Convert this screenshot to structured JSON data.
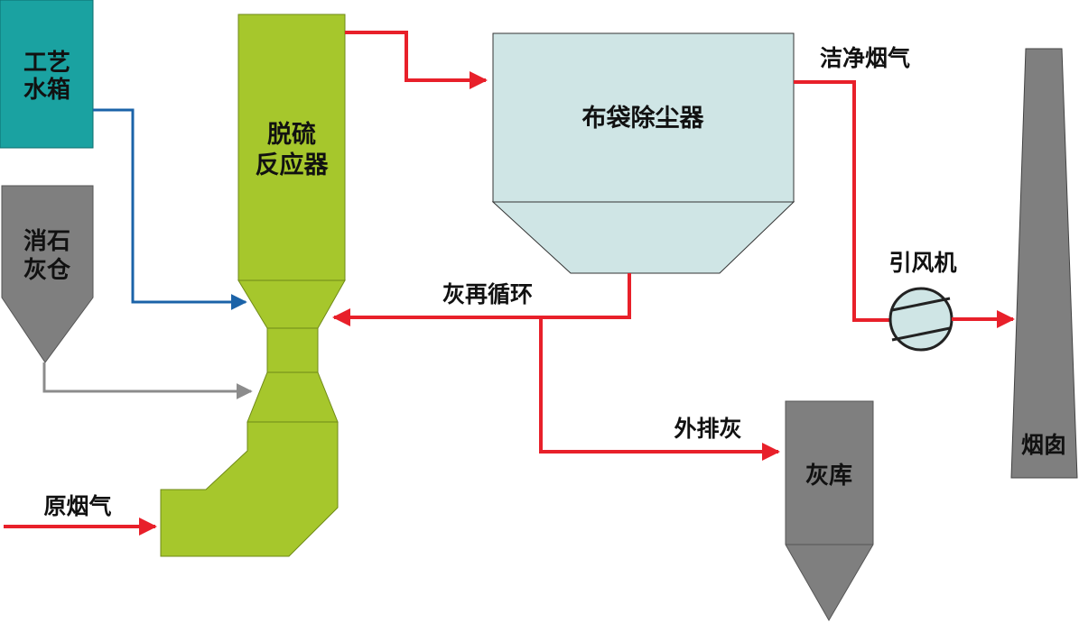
{
  "colors": {
    "reactor": "#a6c72c",
    "reactor_stroke": "#6f8a17",
    "water_tank": "#1aa2a1",
    "silo": "#7f7f7f",
    "bag_filter": "#cfe5e5",
    "flue_gas_line": "#e8202a",
    "water_line": "#1b63a8",
    "lime_line": "#8c8c8c",
    "background": "#ffffff"
  },
  "labels": {
    "water_tank_line1": "工艺",
    "water_tank_line2": "水箱",
    "lime_silo_line1": "消石",
    "lime_silo_line2": "灰仓",
    "reactor_line1": "脱硫",
    "reactor_line2": "反应器",
    "bag_filter": "布袋除尘器",
    "clean_gas": "洁净烟气",
    "fan": "引风机",
    "ash_recycle": "灰再循环",
    "ash_discharge": "外排灰",
    "ash_bin": "灰库",
    "chimney": "烟囱",
    "raw_gas": "原烟气"
  },
  "icons": {
    "fan": "fan-icon",
    "arrow": "arrow-head-icon"
  }
}
